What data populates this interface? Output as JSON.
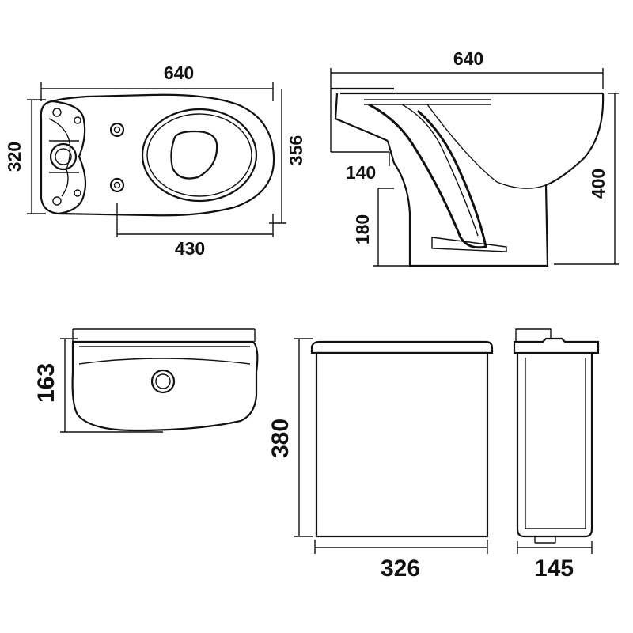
{
  "dimensions": {
    "top_view": {
      "length": "640",
      "width": "320",
      "seat_width": "356",
      "mount_spacing": "430"
    },
    "side_view": {
      "length": "640",
      "height": "400",
      "outlet_top": "140",
      "outlet_height": "180"
    },
    "cistern_top": {
      "depth": "163"
    },
    "cistern_front": {
      "height": "380",
      "width": "326"
    },
    "cistern_side": {
      "depth": "145"
    }
  },
  "colors": {
    "line": "#111111",
    "background": "#ffffff"
  }
}
